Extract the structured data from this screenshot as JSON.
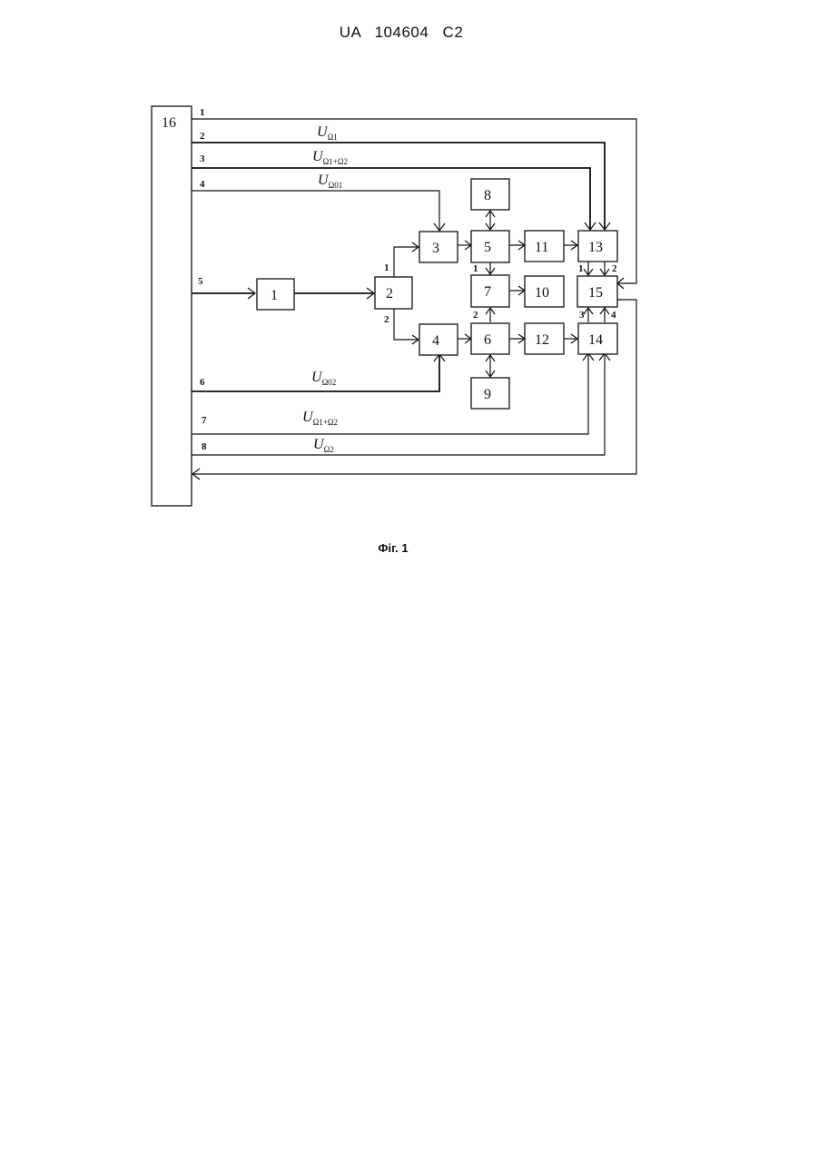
{
  "header": {
    "text": "UA 104604 C2"
  },
  "caption": {
    "text": "Фіг. 1"
  },
  "blocks": {
    "b1": "1",
    "b2": "2",
    "b3": "3",
    "b4": "4",
    "b5": "5",
    "b6": "6",
    "b7": "7",
    "b8": "8",
    "b9": "9",
    "b10": "10",
    "b11": "11",
    "b12": "12",
    "b13": "13",
    "b14": "14",
    "b15": "15",
    "b16": "16"
  },
  "outputs": {
    "o1": "1",
    "o2": "2",
    "o3": "3",
    "o4": "4",
    "o5": "5",
    "o6": "6",
    "o7": "7",
    "o8": "8"
  },
  "signals": {
    "s2": {
      "base": "U",
      "sub": "Ω1"
    },
    "s3": {
      "base": "U",
      "sub": "Ω1+Ω2"
    },
    "s4": {
      "base": "U",
      "sub": "Ω01"
    },
    "s6": {
      "base": "U",
      "sub": "Ω02"
    },
    "s7": {
      "base": "U",
      "sub": "Ω1+Ω2"
    },
    "s8": {
      "base": "U",
      "sub": "Ω2"
    }
  },
  "ports": {
    "b2_out1": "1",
    "b2_out2": "2",
    "b7_in1": "1",
    "b7_in2": "2",
    "b15_in1": "1",
    "b15_in2": "2",
    "b15_in3": "3",
    "b15_in4": "4"
  }
}
